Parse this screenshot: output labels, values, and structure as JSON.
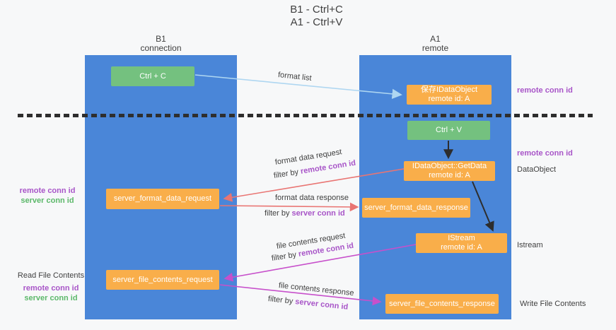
{
  "title": {
    "line1": "B1 - Ctrl+C",
    "line2": "A1 - Ctrl+V"
  },
  "columns": {
    "left": {
      "name": "B1",
      "role": "connection"
    },
    "right": {
      "name": "A1",
      "role": "remote"
    }
  },
  "boxes": {
    "ctrl_c": {
      "label": "Ctrl + C"
    },
    "save_idataobject": {
      "line1": "保存IDataObject",
      "line2": "remote id: A"
    },
    "ctrl_v": {
      "label": "Ctrl + V"
    },
    "getdata": {
      "line1": "IDataObject::GetData",
      "line2": "remote id: A"
    },
    "format_request": {
      "label": "server_format_data_request"
    },
    "format_response": {
      "label": "server_format_data_response"
    },
    "istream": {
      "line1": "IStream",
      "line2": "remote id: A"
    },
    "file_request": {
      "label": "server_file_contents_request"
    },
    "file_response": {
      "label": "server_file_contents_response"
    }
  },
  "arrow_labels": {
    "format_list": "format list",
    "format_data_request": "format data request",
    "format_data_response": "format data response",
    "file_contents_request": "file contents request",
    "file_contents_response": "file contents response",
    "filter_by": "filter by",
    "remote_conn_id": "remote conn id",
    "server_conn_id": "server conn id"
  },
  "side_labels": {
    "remote_conn_id": "remote conn id",
    "server_conn_id": "server conn id",
    "dataobject": "DataObject",
    "istream": "Istream",
    "read_file_contents": "Read File Contents",
    "write_file_contents": "Write File Contents"
  },
  "colors": {
    "background": "#f7f8f9",
    "lane_blue": "#4a86d8",
    "box_green": "#74c17f",
    "box_orange": "#f9ae4a",
    "arrow_light_blue": "#aed6f1",
    "arrow_red": "#e97573",
    "arrow_magenta": "#c750cb",
    "arrow_black": "#2d2d2d",
    "label_purple": "#a855c8",
    "label_green": "#5cb86a",
    "text_dark": "#3f3f3f"
  }
}
